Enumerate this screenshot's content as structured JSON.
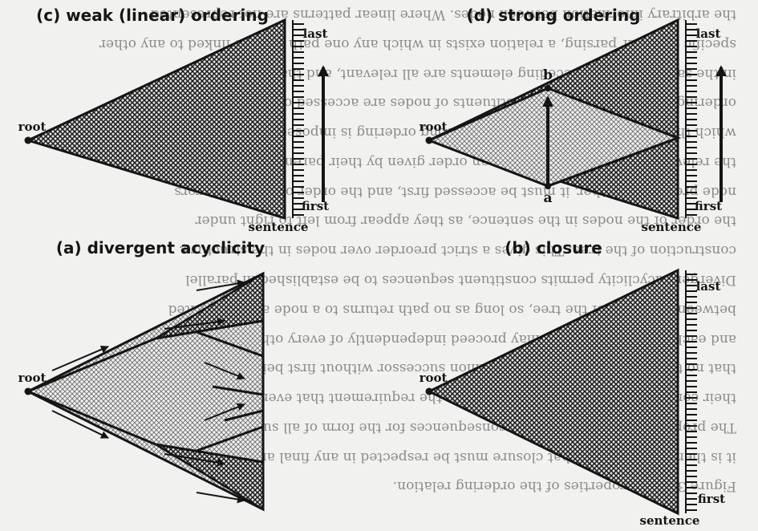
{
  "background_text": [
    "the arbitrary information between nodes. Where linear patterns are not represented",
    "specific to linear parsing, a relation exists in which any one path may be linked to any other",
    "in the same tree that preceding elements are all relevant, and that each of these",
    "ordering is imposed, so that constituents of nodes are accessed only in the order in",
    "which the nodes are introduced; and a strong ordering is imposed as well, in which",
    "the relevant constituents appear in an order given by their parent nodes. When one",
    "node precedes another, it must be accessed first, and the order of access mirrors",
    "the order of the nodes in the sentence, as they appear from left to right under",
    "construction of the tree. This gives a strict preorder over nodes in the structure.",
    "Divergent acyclicity permits constituent sequences to be established in parallel",
    "between branches of the tree, so long as no path returns to a node already visited",
    "and each branch of the tree may proceed independently of every other branch, so",
    "that no two constituents share a common successor without first being resolved by",
    "their common ancestor. Closure, finally, is the requirement that every path ends.",
    "The property is simple but it has consequences for the form of all such trees, and",
    "it is therefore the case that closure must be respected in any final analysis.",
    "Figure 3: four properties of the ordering relation."
  ],
  "panels": {
    "a": {
      "title": "(a) divergent acyclicity",
      "root_label": "root"
    },
    "b": {
      "title": "(b) closure",
      "root_label": "root",
      "bottom_label": "sentence",
      "first_label": "first",
      "last_label": "last"
    },
    "c": {
      "title": "(c) weak (linear) ordering",
      "root_label": "root",
      "bottom_label": "sentence",
      "first_label": "first",
      "last_label": "last"
    },
    "d": {
      "title": "(d) strong ordering",
      "root_label": "root",
      "bottom_label": "sentence",
      "first_label": "first",
      "last_label": "last",
      "point_a": "a",
      "point_b": "b"
    }
  }
}
